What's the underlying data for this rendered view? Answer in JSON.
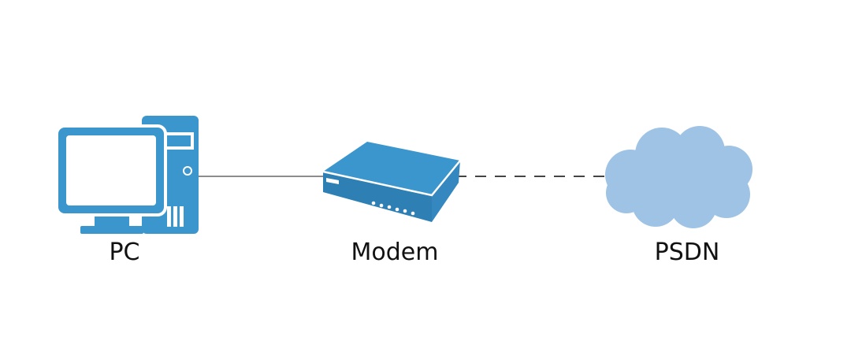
{
  "diagram": {
    "nodes": {
      "pc": {
        "label": "PC",
        "icon": "desktop-computer-icon"
      },
      "modem": {
        "label": "Modem",
        "icon": "modem-icon"
      },
      "psdn": {
        "label": "PSDN",
        "icon": "cloud-icon"
      }
    },
    "links": [
      {
        "from": "pc",
        "to": "modem",
        "style": "solid"
      },
      {
        "from": "modem",
        "to": "psdn",
        "style": "dashed"
      }
    ],
    "colors": {
      "device": "#3A96CC",
      "device_dark": "#2E7FB3",
      "cloud": "#9EC3E5",
      "line": "#555555",
      "label": "#111111",
      "background": "#FFFFFF"
    }
  }
}
